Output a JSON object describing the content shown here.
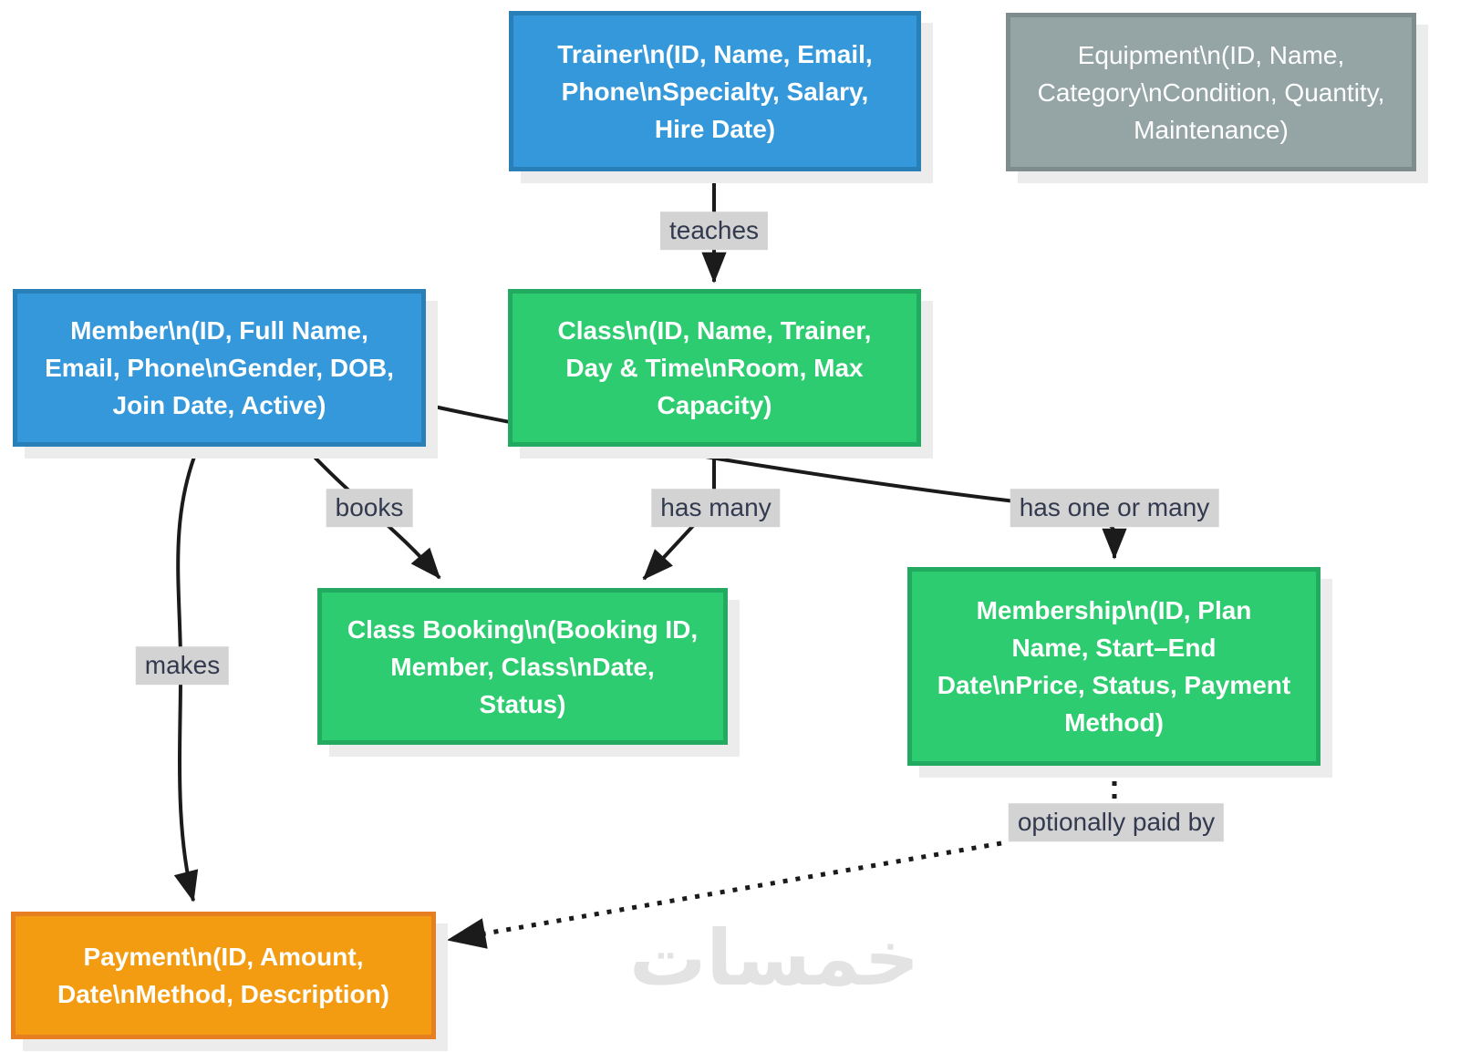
{
  "diagram": {
    "nodes": {
      "trainer": {
        "label": "Trainer\\n(ID, Name, Email, Phone\\nSpecialty, Salary, Hire Date)",
        "fill": "#3498db",
        "border": "#2980b9",
        "text_color": "#ffffff"
      },
      "equipment": {
        "label": "Equipment\\n(ID, Name, Category\\nCondition, Quantity, Maintenance)",
        "fill": "#95a5a6",
        "border": "#7f8c8d",
        "text_color": "#ffffff"
      },
      "member": {
        "label": "Member\\n(ID, Full Name, Email, Phone\\nGender, DOB, Join Date, Active)",
        "fill": "#3498db",
        "border": "#2980b9",
        "text_color": "#ffffff"
      },
      "class": {
        "label": "Class\\n(ID, Name, Trainer, Day & Time\\nRoom, Max Capacity)",
        "fill": "#2ecc71",
        "border": "#22ab60",
        "text_color": "#ffffff"
      },
      "class_booking": {
        "label": "Class Booking\\n(Booking ID, Member, Class\\nDate, Status)",
        "fill": "#2ecc71",
        "border": "#22ab60",
        "text_color": "#ffffff"
      },
      "membership": {
        "label": "Membership\\n(ID, Plan Name, Start–End Date\\nPrice, Status, Payment Method)",
        "fill": "#2ecc71",
        "border": "#22ab60",
        "text_color": "#ffffff"
      },
      "payment": {
        "label": "Payment\\n(ID, Amount, Date\\nMethod, Description)",
        "fill": "#f39c12",
        "border": "#e67e22",
        "text_color": "#ffffff"
      }
    },
    "edges": {
      "teaches": {
        "label": "teaches",
        "from": "trainer",
        "to": "class",
        "style": "solid"
      },
      "books": {
        "label": "books",
        "from": "member",
        "to": "class_booking",
        "style": "solid"
      },
      "has_many": {
        "label": "has many",
        "from": "class",
        "to": "class_booking",
        "style": "solid"
      },
      "has_one_or_many": {
        "label": "has one or many",
        "from": "member",
        "to": "membership",
        "style": "solid"
      },
      "makes": {
        "label": "makes",
        "from": "member",
        "to": "payment",
        "style": "solid"
      },
      "optionally_paid_by": {
        "label": "optionally paid by",
        "from": "membership",
        "to": "payment",
        "style": "dotted"
      }
    },
    "edge_label_style": {
      "background": "#d3d3d3",
      "text_color": "#333a50"
    },
    "line_color": "#1b1b1b",
    "background": "#ffffff",
    "shadow_color": "#ececec",
    "watermark": "خمسات",
    "watermark_color": "#e3e3e3"
  }
}
